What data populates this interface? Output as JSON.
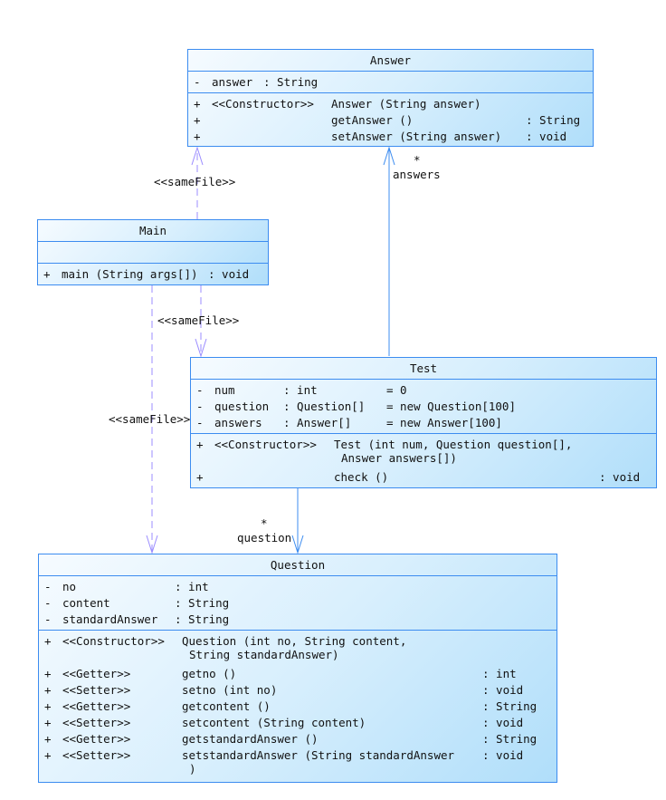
{
  "classes": [
    {
      "id": "answer",
      "name": "Answer",
      "attributes": [
        {
          "vis": "-",
          "name": "answer",
          "type": ": String"
        }
      ],
      "operations": [
        {
          "vis": "+",
          "stereotype": "<<Constructor>>",
          "name": "Answer (String answer)",
          "type": ""
        },
        {
          "vis": "+",
          "stereotype": "",
          "name": "getAnswer ()",
          "type": ": String"
        },
        {
          "vis": "+",
          "stereotype": "",
          "name": "setAnswer (String answer)",
          "type": ": void"
        }
      ]
    },
    {
      "id": "main",
      "name": "Main",
      "attributes": [],
      "operations": [
        {
          "vis": "+",
          "stereotype": "",
          "name": "main (String args[])",
          "type": ": void"
        }
      ]
    },
    {
      "id": "test",
      "name": "Test",
      "attributes": [
        {
          "vis": "-",
          "name": "num",
          "type": ": int",
          "init": "= 0"
        },
        {
          "vis": "-",
          "name": "question",
          "type": ": Question[]",
          "init": "= new Question[100]"
        },
        {
          "vis": "-",
          "name": "answers",
          "type": ": Answer[]",
          "init": "= new Answer[100]"
        }
      ],
      "operations": [
        {
          "vis": "+",
          "stereotype": "<<Constructor>>",
          "name": "Test (int num, Question question[],",
          "cont": "Answer answers[])",
          "type": ""
        },
        {
          "vis": "+",
          "stereotype": "",
          "name": "check ()",
          "type": ": void"
        }
      ]
    },
    {
      "id": "question",
      "name": "Question",
      "attributes": [
        {
          "vis": "-",
          "name": "no",
          "type": ": int"
        },
        {
          "vis": "-",
          "name": "content",
          "type": ": String"
        },
        {
          "vis": "-",
          "name": "standardAnswer",
          "type": ": String"
        }
      ],
      "operations": [
        {
          "vis": "+",
          "stereotype": "<<Constructor>>",
          "name": "Question (int no, String content,",
          "cont": "String standardAnswer)",
          "type": ""
        },
        {
          "vis": "+",
          "stereotype": "<<Getter>>",
          "name": "getno ()",
          "type": ": int"
        },
        {
          "vis": "+",
          "stereotype": "<<Setter>>",
          "name": "setno (int no)",
          "type": ": void"
        },
        {
          "vis": "+",
          "stereotype": "<<Getter>>",
          "name": "getcontent ()",
          "type": ": String"
        },
        {
          "vis": "+",
          "stereotype": "<<Setter>>",
          "name": "setcontent (String content)",
          "type": ": void"
        },
        {
          "vis": "+",
          "stereotype": "<<Getter>>",
          "name": "getstandardAnswer ()",
          "type": ": String"
        },
        {
          "vis": "+",
          "stereotype": "<<Setter>>",
          "name": "setstandardAnswer (String standardAnswer",
          "cont": ")",
          "type": ": void"
        }
      ]
    }
  ],
  "relations": [
    {
      "id": "main-answer",
      "kind": "dependency",
      "label": "<<sameFile>>"
    },
    {
      "id": "main-test",
      "kind": "dependency",
      "label": "<<sameFile>>"
    },
    {
      "id": "main-question",
      "kind": "dependency",
      "label": "<<sameFile>>"
    },
    {
      "id": "test-answer",
      "kind": "association",
      "multiplicity": "*",
      "role": "answers"
    },
    {
      "id": "test-question",
      "kind": "association",
      "multiplicity": "*",
      "role": "question"
    }
  ],
  "colors": {
    "border": "#3c8cf0",
    "association": "#3c8cf0",
    "dependency": "#9b8cff"
  }
}
